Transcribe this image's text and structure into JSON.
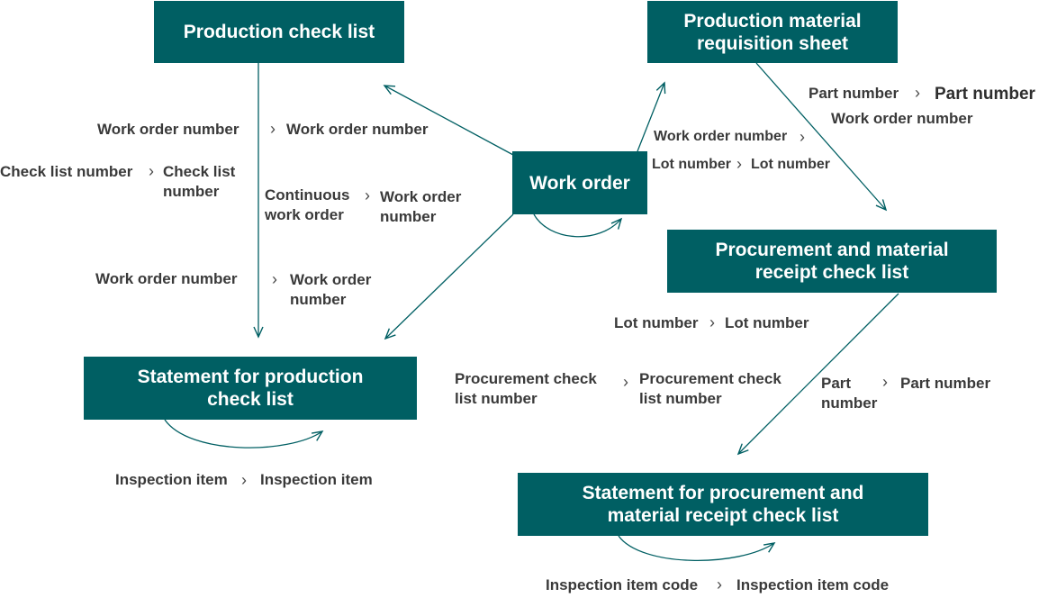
{
  "colors": {
    "box_fill": "#005f63",
    "box_text": "#ffffff",
    "arrow": "#005f63",
    "label_text": "#3a3a3a"
  },
  "separator_icon": "chevron-right",
  "boxes": {
    "production_check_list": "Production check list",
    "production_material_requisition_sheet": "Production material\nrequisition sheet",
    "work_order": "Work order",
    "procurement_and_material_receipt_check_list": "Procurement and material\nreceipt check list",
    "statement_for_production_check_list": "Statement for production\ncheck list",
    "statement_for_procurement_and_material_receipt_check_list": "Statement for procurement and\nmaterial receipt check list"
  },
  "mappings": {
    "wo_to_pcl_1": {
      "from": "Work order number",
      "to": "Work order number"
    },
    "pcl_check_list": {
      "from": "Check list number",
      "to": "Check list\nnumber"
    },
    "wo_to_pcl_2": {
      "from": "Continuous\nwork order",
      "to": "Work order\nnumber"
    },
    "wo_to_stmt_pcl": {
      "from": "Work order number",
      "to": "Work order\nnumber"
    },
    "stmt_pcl_inspection": {
      "from": "Inspection item",
      "to": "Inspection item"
    },
    "pmrs_part": {
      "from": "Part number",
      "to": "Part number"
    },
    "pmrs_work_order": {
      "to": "Work order number"
    },
    "wo_to_pmrs_work_order": {
      "from": "Work order number"
    },
    "wo_to_pmrs_lot": {
      "from": "Lot number",
      "to": "Lot number"
    },
    "pmrcl_lot": {
      "from": "Lot number",
      "to": "Lot number"
    },
    "pmrcl_check_list": {
      "from": "Procurement check\nlist number",
      "to": "Procurement check\nlist number"
    },
    "pmrcl_part": {
      "from": "Part\nnumber",
      "to": "Part number"
    },
    "stmt_pmrcl_inspection": {
      "from": "Inspection item code",
      "to": "Inspection item code"
    }
  }
}
